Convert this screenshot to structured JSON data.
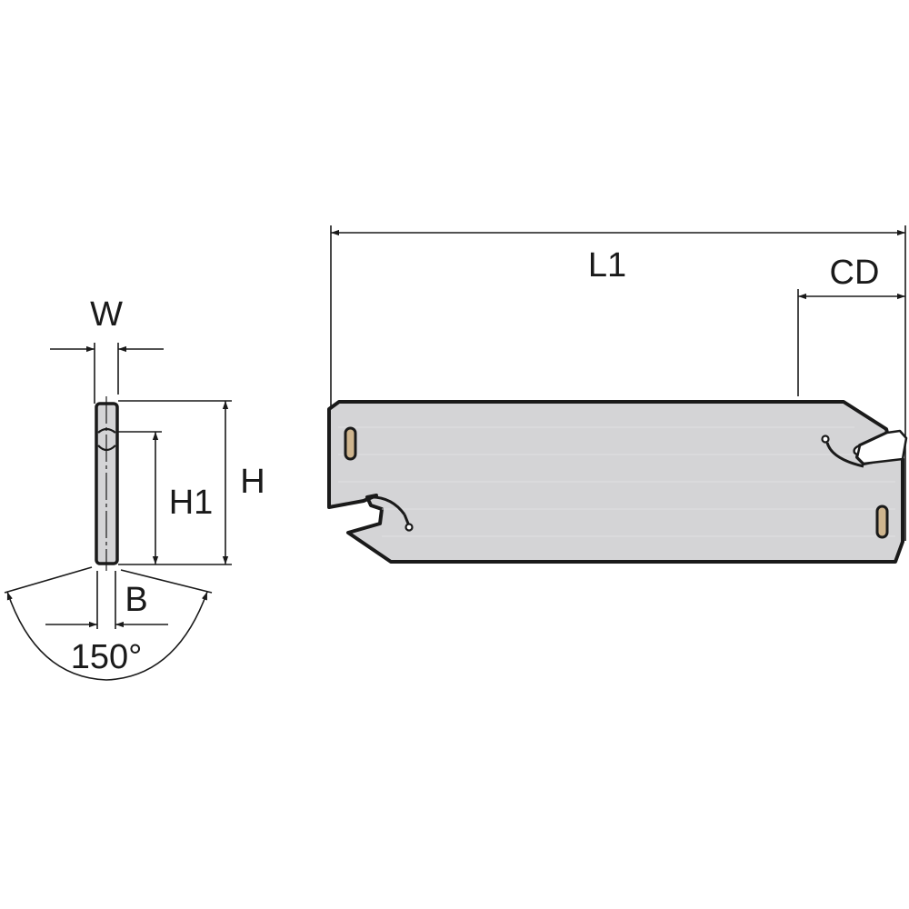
{
  "diagram": {
    "type": "technical-drawing",
    "subject": "parting blade",
    "colors": {
      "line": "#1a1a1a",
      "blade_fill": "#d4d4d6",
      "slot_fill": "#cfb58e",
      "background": "#ffffff"
    },
    "side_view": {
      "labels": {
        "width": "W",
        "height": "H",
        "height1": "H1",
        "base": "B",
        "angle": "150°"
      }
    },
    "front_view": {
      "labels": {
        "length": "L1",
        "cutting_depth": "CD"
      }
    }
  }
}
